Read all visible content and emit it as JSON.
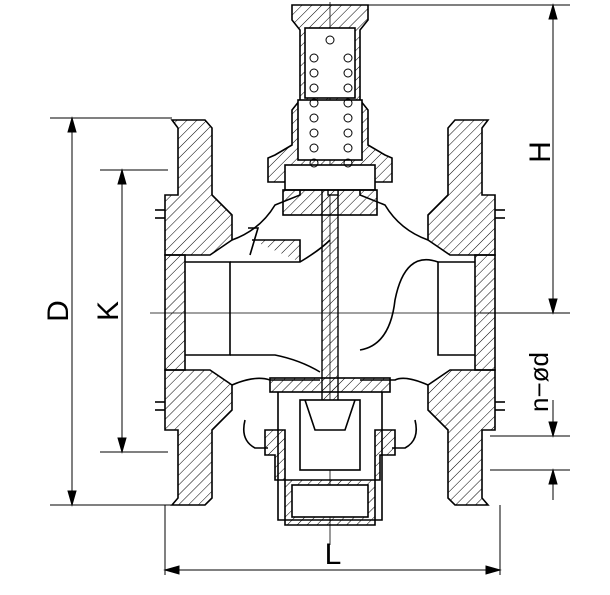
{
  "dimensions": {
    "D": "D",
    "K": "K",
    "L": "L",
    "H": "H",
    "n_d": "n−ød"
  },
  "colors": {
    "line": "#000000",
    "background": "#ffffff"
  }
}
